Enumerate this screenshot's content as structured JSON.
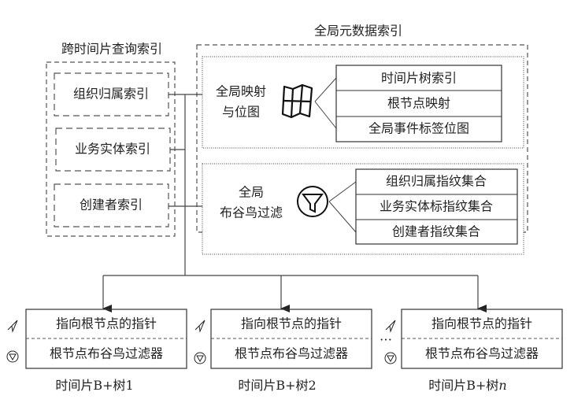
{
  "cross_slice_index": {
    "title": "跨时间片查询索引",
    "items": [
      "组织归属索引",
      "业务实体索引",
      "创建者索引"
    ]
  },
  "global_metadata_index": {
    "title": "全局元数据索引",
    "mapping": {
      "label_line1": "全局映射",
      "label_line2": "与位图",
      "icon": "map-icon",
      "items": [
        "时间片树索引",
        "根节点映射",
        "全局事件标签位图"
      ]
    },
    "cuckoo": {
      "label_line1": "全局",
      "label_line2": "布谷鸟过滤",
      "icon": "funnel-icon",
      "items": [
        "组织归属指纹集合",
        "业务实体标指纹集合",
        "创建者指纹集合"
      ]
    }
  },
  "trees": [
    {
      "pointer": "指向根节点的指针",
      "filter": "根节点布谷鸟过滤器",
      "label": "时间片B+树",
      "suffix": "1"
    },
    {
      "pointer": "指向根节点的指针",
      "filter": "根节点布谷鸟过滤器",
      "label": "时间片B+树",
      "suffix": "2"
    },
    {
      "pointer": "指向根节点的指针",
      "filter": "根节点布谷鸟过滤器",
      "label": "时间片B+树",
      "suffix": "n"
    }
  ],
  "ellipsis": "…"
}
